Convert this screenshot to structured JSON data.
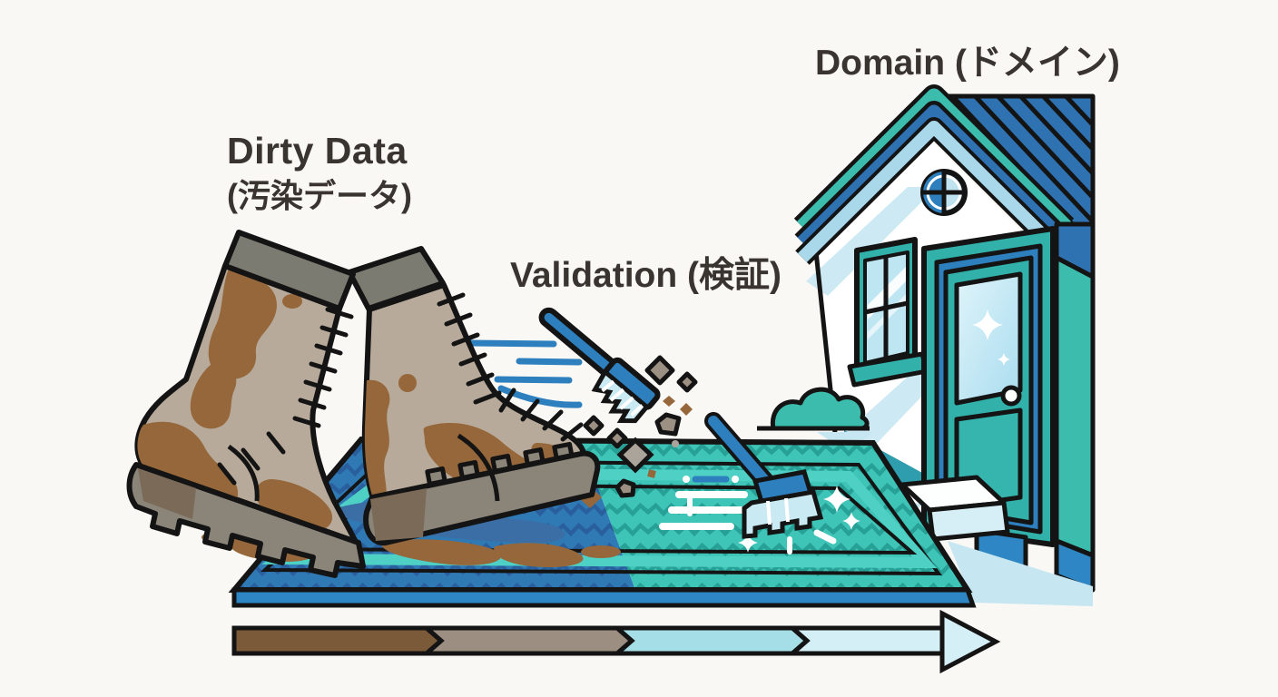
{
  "page": {
    "background": "#FAF8F5",
    "description": "Illustration: muddy boots (dirty data) are scrubbed on a doormat (validation) before entering a clean house (domain); arrow below fades brown to clean blue"
  },
  "labels": {
    "dirty_data_line1": "Dirty Data",
    "dirty_data_line2": "(汚染データ)",
    "validation": "Validation (検証)",
    "domain": "Domain (ドメイン)"
  },
  "icons": [
    "muddy-boots-icon",
    "doormat-icon",
    "cleaning-brush-icon",
    "broom-icon",
    "debris-icon",
    "speed-lines-icon",
    "sparkle-icon",
    "house-icon",
    "flow-arrow-icon"
  ],
  "flow": {
    "stages": [
      "Dirty Data",
      "Validation",
      "Domain"
    ]
  },
  "colors": {
    "text": "#3A3431",
    "outline": "#141414",
    "boot_tan": "#B7AA9B",
    "boot_cuff_gray": "#7C7B71",
    "boot_sole_gray": "#8A8479",
    "mud_brown": "#95673A",
    "mud_dark": "#7A6A57",
    "puddle_blue": "#3A6EA5",
    "mat_dirty_blue": "#2F7AB5",
    "mat_dirty_chevron": "#2A5F9E",
    "mat_clean_teal": "#3FC4B8",
    "mat_clean_chevron": "#2AA69C",
    "mat_stripe_teal": "#4FD0C5",
    "mat_edge_blue": "#2E86C4",
    "handle_blue": "#2E7FBE",
    "bristle_light": "#C9EAF2",
    "roof_blue": "#2F72B2",
    "trim_teal": "#3CBCAD",
    "trim_light_blue": "#A9D8EA",
    "wall_white": "#FFFFFF",
    "reflection_blue": "#CDE9F3",
    "baseboard_teal": "#2E9EAE",
    "door_teal": "#31B1AA",
    "glass_light_blue": "#BDE6F2",
    "shadow_light_blue": "#C6E7F1",
    "debris_taupe": "#9C9083",
    "debris_gray": "#ABA49B",
    "arrow_brown": "#7B5A39",
    "arrow_taupe": "#9C8E81",
    "arrow_cyan": "#A6DEE7",
    "arrow_light_cyan": "#D4EFF5"
  }
}
